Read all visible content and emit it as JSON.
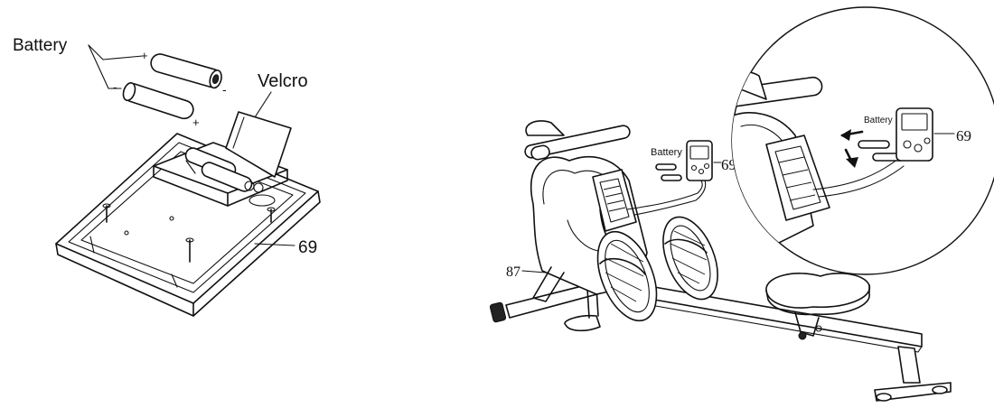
{
  "left_figure": {
    "battery_label": "Battery",
    "velcro_label": "Velcro",
    "part_number": "69",
    "plus_sign": "+",
    "minus_sign": "-"
  },
  "right_figure": {
    "battery_label": "Battery",
    "monitor_part_number": "69",
    "frame_part_number": "87"
  },
  "detail_inset": {
    "battery_label": "Battery",
    "monitor_part_number": "69"
  }
}
